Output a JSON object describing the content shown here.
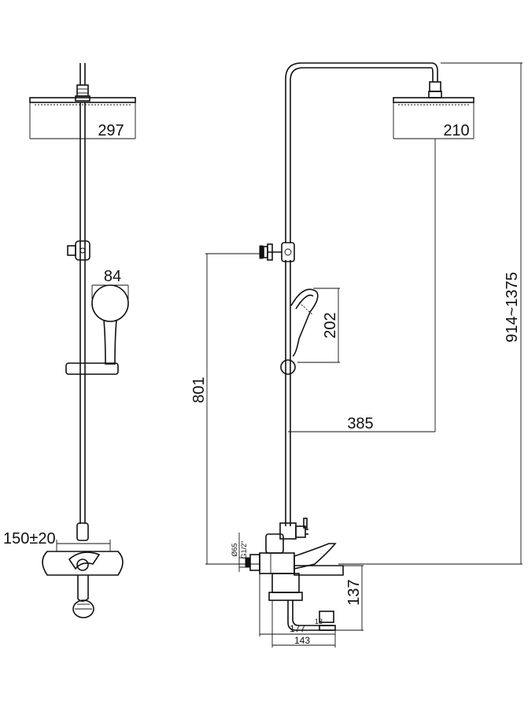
{
  "dimensions": {
    "front_head_width": "297",
    "front_hand_shower_width": "84",
    "front_inlet_spacing": "150±20",
    "side_head_width": "210",
    "side_hand_shower_length": "202",
    "side_height_to_hook": "801",
    "side_projection": "385",
    "side_total_height": "914~1375",
    "side_spout_drop": "137",
    "side_spout_reach": "177",
    "side_spout_reach_inner": "143",
    "side_inlet_diameter": "Ø65",
    "side_inlet_thread": "G1/2\"",
    "side_spout_small_label": "18"
  }
}
